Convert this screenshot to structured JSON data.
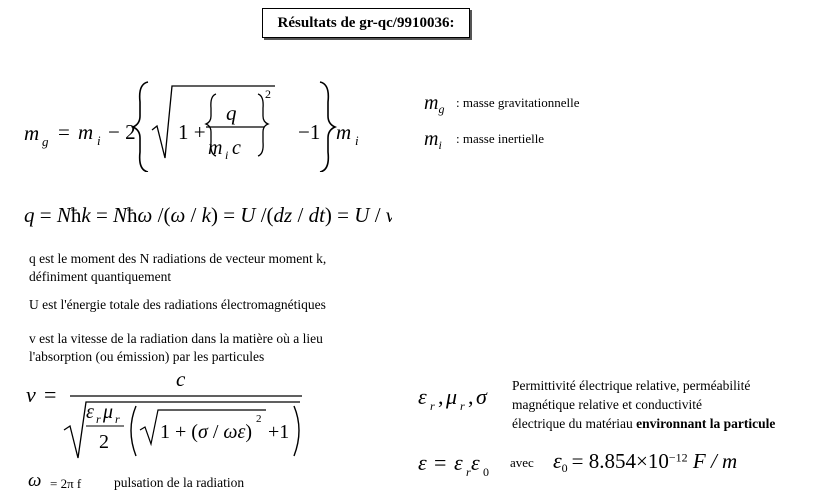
{
  "title": "Résultats de gr-qc/9910036:",
  "legend": {
    "mg_symbol": "m",
    "mg_sub": "g",
    "mg_desc": ": masse gravitationnelle",
    "mi_symbol": "m",
    "mi_sub": "i",
    "mi_desc": ": masse inertielle"
  },
  "descriptions": {
    "q_line1": "q est le moment des N radiations de vecteur moment k,",
    "q_line2": "définiment quantiquement",
    "u_line": "U est l'énergie totale des radiations électromagnétiques",
    "v_line1": "v est la vitesse de la radiation dans la matière où a lieu",
    "v_line2": "l'absorption (ou émission) par les particules"
  },
  "omega": {
    "symbol": "ω",
    "formula": "= 2π f",
    "desc": "pulsation de la radiation"
  },
  "material": {
    "line1": "Permittivité électrique relative, perméabilité",
    "line2": "magnétique relative et conductivité",
    "line3_plain": "électrique du matériau ",
    "line3_bold": "environnant la particule"
  },
  "epsilon_eq": {
    "avec": "avec",
    "value": "= 8.854×10",
    "exponent": "−12",
    "unit": " F / m"
  }
}
